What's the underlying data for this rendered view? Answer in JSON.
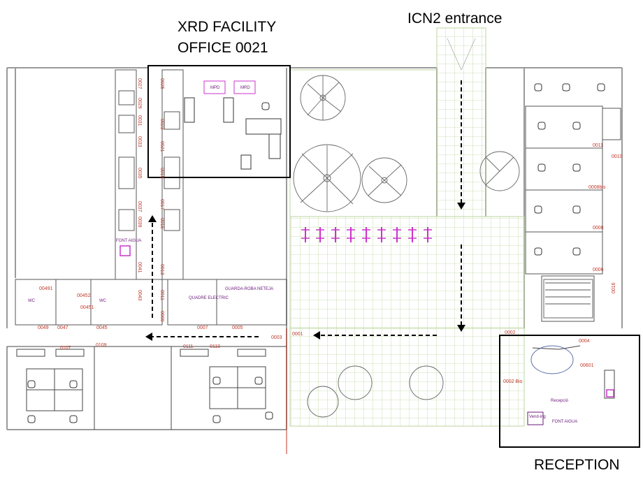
{
  "callouts": {
    "xrd_line1": "XRD FACILITY",
    "xrd_line2": "OFFICE 0021",
    "entrance": "ICN2 entrance",
    "reception": "RECEPTION"
  },
  "room_numbers": [
    "0027",
    "0029",
    "0031",
    "0033",
    "0035",
    "0037",
    "0039",
    "0041",
    "0043",
    "0049",
    "0047",
    "0045",
    "0025",
    "0023",
    "0021",
    "0019",
    "0017",
    "0015",
    "0013",
    "0011",
    "0009",
    "0007",
    "0005",
    "0003",
    "0001",
    "0107",
    "0109",
    "0111",
    "0113",
    "00491",
    "00452",
    "00451",
    "0010",
    "0008bis",
    "0008",
    "0006",
    "0004",
    "0002",
    "0002 Bis",
    "00601",
    "0011",
    "0016"
  ],
  "room_labels": {
    "wc": "WC",
    "quadre": "QUADRE ELECTRIC",
    "guarda": "GUARDA-ROBA NETEJA",
    "mpd": "MPD",
    "mrd": "MRD",
    "font_aigua": "FONT AIGUA",
    "vending": "Vend-ing",
    "recepcio": "Recepció"
  },
  "colors": {
    "wall": "#9a9a9a",
    "room_number": "#c0392b",
    "furniture": "#333333",
    "highlight": "#cc33cc",
    "box": "#000000",
    "grid": "#bcd6a0"
  },
  "icons": [
    "tree-icon",
    "bicycle-icon",
    "arrow-icon",
    "desk-chair-icon",
    "stair-icon"
  ]
}
